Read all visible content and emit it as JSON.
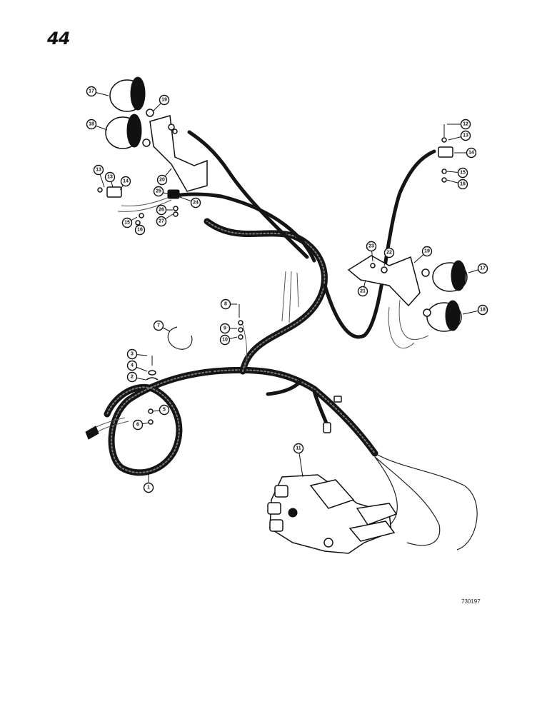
{
  "page_number": "44",
  "figure_code": "730197",
  "callouts": {
    "c1": "1",
    "c2": "2",
    "c3": "3",
    "c4": "4",
    "c5": "5",
    "c6": "6",
    "c7": "7",
    "c8": "8",
    "c9": "9",
    "c10": "10",
    "c11": "11",
    "c12": "12",
    "c13": "13",
    "c14": "14",
    "c15": "15",
    "c16": "16",
    "c17": "17",
    "c18": "18",
    "c19": "19",
    "c20": "20",
    "c21": "21",
    "c22": "22",
    "c23": "23",
    "c24": "24",
    "c25": "25",
    "c26": "26",
    "c27": "27"
  },
  "icons": [
    "headlamp-icon",
    "mounting-bracket-icon",
    "switch-icon",
    "control-valve-icon",
    "wire-harness-icon"
  ]
}
